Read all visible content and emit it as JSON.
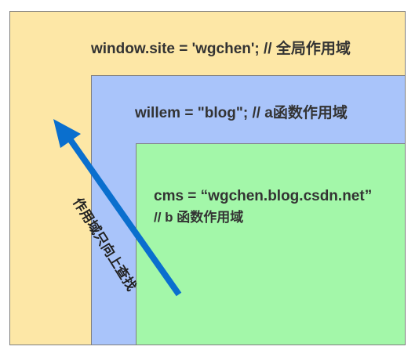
{
  "scopes": {
    "global": {
      "label": "window.site = 'wgchen';  // 全局作用域",
      "color": "#fde7a6"
    },
    "function_a": {
      "label": "willem = \"blog\";  //  a函数作用域",
      "color": "#a9c4fa"
    },
    "function_b": {
      "label_line1": "cms = “wgchen.blog.csdn.net”",
      "label_line2": "// b 函数作用域",
      "color": "#a3f7a9"
    }
  },
  "lookup_arrow": {
    "label": "作用域只向上查找",
    "color": "#0a6fce"
  },
  "border_color": "#7f7f7f"
}
